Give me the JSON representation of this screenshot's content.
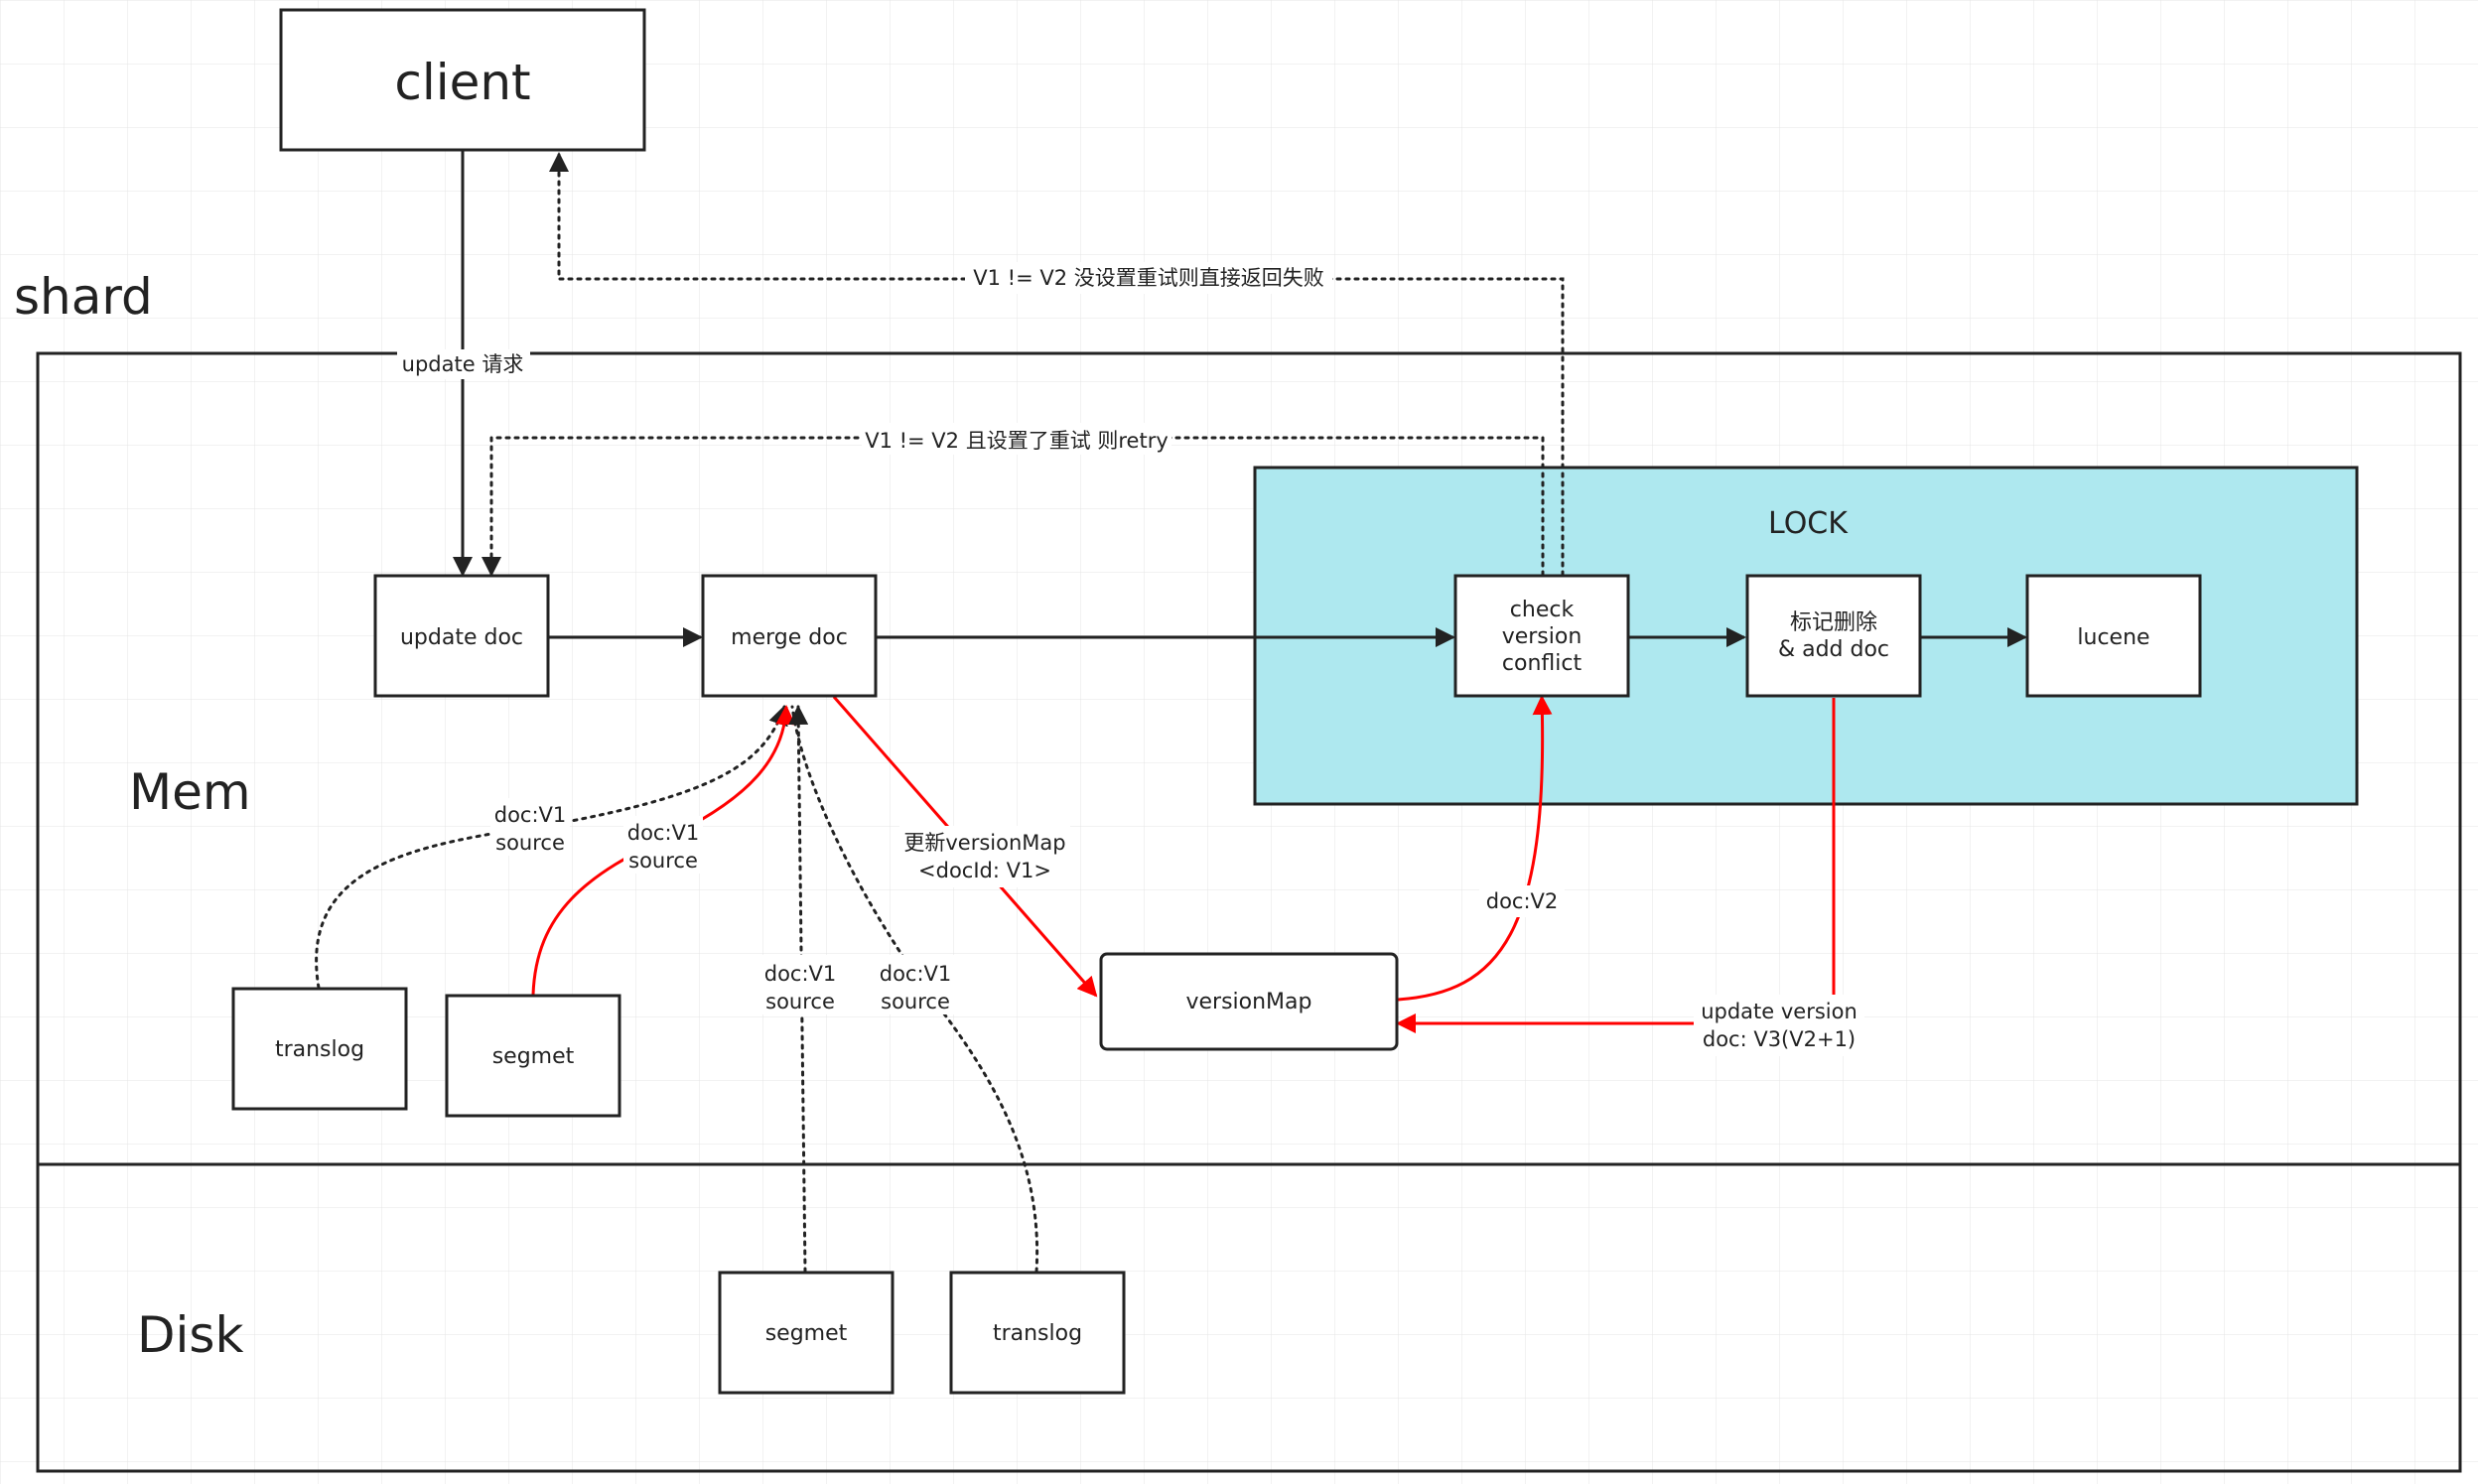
{
  "colors": {
    "lock_fill": "#aee8ef",
    "red_arrow": "#ff0000",
    "stroke": "#222222",
    "grid": "#e4e4e4"
  },
  "labels": {
    "client": "client",
    "shard": "shard",
    "mem": "Mem",
    "disk": "Disk",
    "lock": "LOCK"
  },
  "nodes": {
    "update_doc": "update doc",
    "merge_doc": "merge doc",
    "check_conflict": [
      "check",
      "version",
      "conflict"
    ],
    "mark_delete_add": [
      "标记删除",
      "& add doc"
    ],
    "lucene": "lucene",
    "version_map": "versionMap",
    "mem_translog": "translog",
    "mem_segmet": "segmet",
    "disk_segmet": "segmet",
    "disk_translog": "translog"
  },
  "edges": {
    "update_request": "update 请求",
    "fail_return": "V1 != V2 没设置重试则直接返回失败",
    "retry": "V1 != V2 且设置了重试 则retry",
    "translog_source": [
      "doc:V1",
      "source"
    ],
    "segmet_source": [
      "doc:V1",
      "source"
    ],
    "disk_segmet_source": [
      "doc:V1",
      "source"
    ],
    "disk_translog_source": [
      "doc:V1",
      "source"
    ],
    "update_version_map": [
      "更新versionMap",
      "<docId: V1>"
    ],
    "doc_v2": "doc:V2",
    "update_version": [
      "update version",
      "doc: V3(V2+1)"
    ]
  }
}
